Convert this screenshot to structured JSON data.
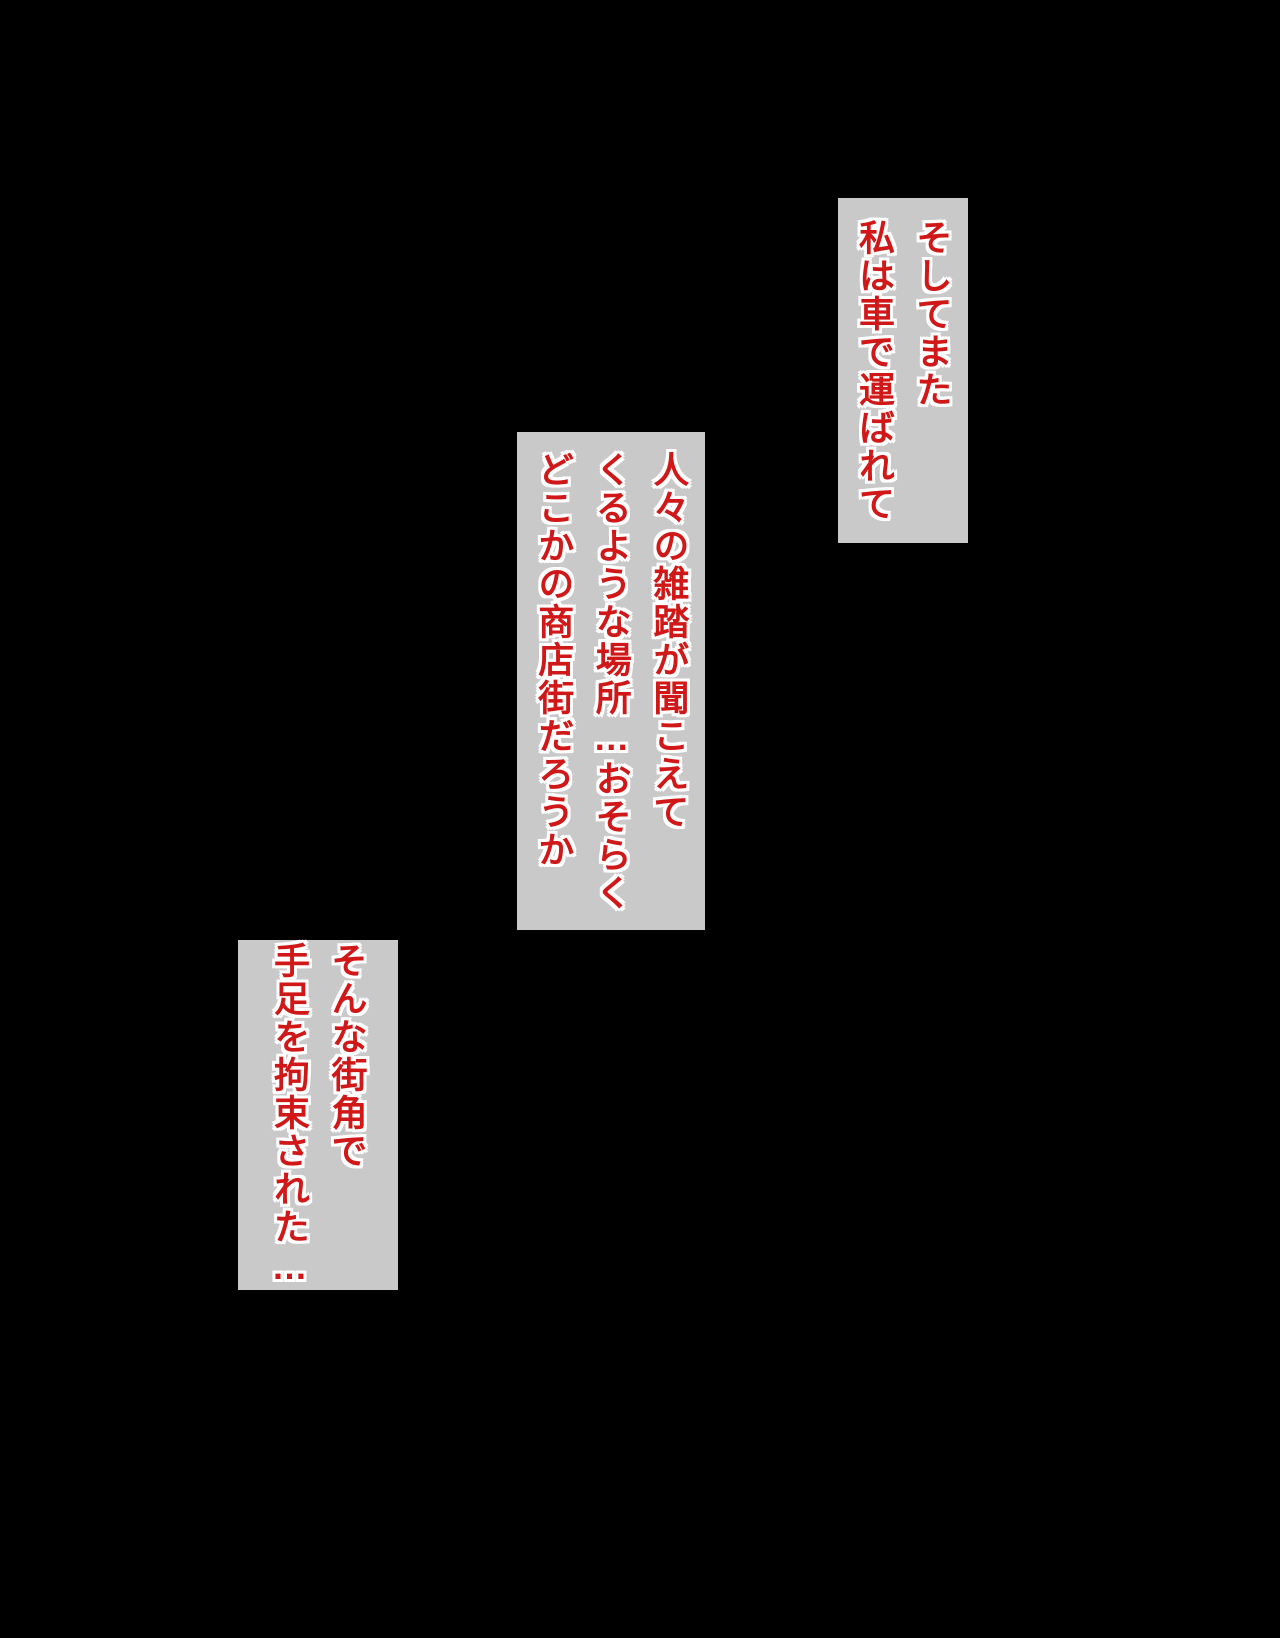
{
  "page": {
    "background_color": "#000000",
    "box_color": "#c9c9c9",
    "text_color": "#d01818",
    "outline_color": "#ffffff"
  },
  "narration": {
    "box1": {
      "text": "そしてまた\n私は車で運ばれて"
    },
    "box2": {
      "text": "人々の雑踏が聞こえて\nくるような場所…おそらく\nどこかの商店街だろうか"
    },
    "box3": {
      "text": "そんな街角で\n手足を拘束された…"
    }
  }
}
